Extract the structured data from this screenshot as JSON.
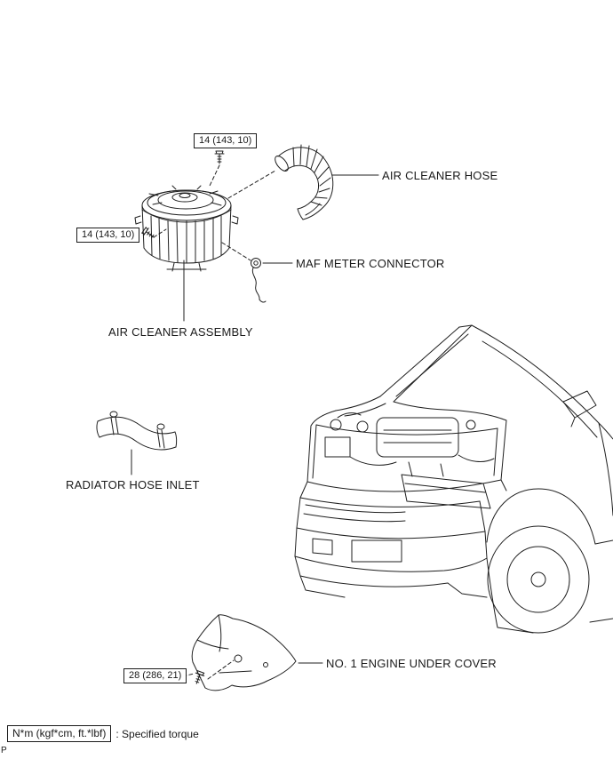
{
  "parts": {
    "air_cleaner_hose": "AIR CLEANER HOSE",
    "maf_meter_connector": "MAF METER CONNECTOR",
    "air_cleaner_assembly": "AIR CLEANER ASSEMBLY",
    "radiator_hose_inlet": "RADIATOR HOSE INLET",
    "engine_under_cover": "NO. 1 ENGINE UNDER COVER"
  },
  "torques": {
    "air_cleaner_bolt_top": "14 (143, 10)",
    "air_cleaner_bolt_side": "14 (143, 10)",
    "engine_under_cover_bolt": "28 (286, 21)"
  },
  "legend": {
    "unit": "N*m (kgf*cm, ft.*lbf)",
    "note": ": Specified torque"
  },
  "page_marker": "P",
  "colors": {
    "line": "#1f1f1f",
    "background": "#ffffff"
  }
}
